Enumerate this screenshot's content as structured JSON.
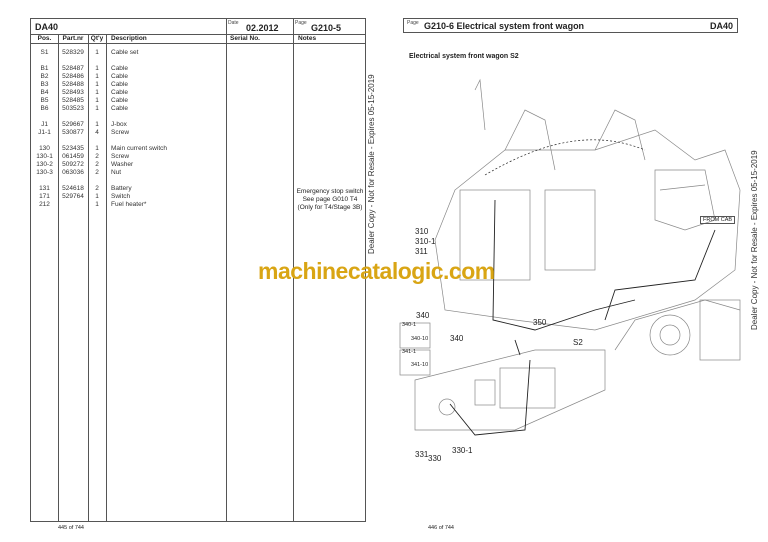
{
  "left_page": {
    "model": "DA40",
    "date_label": "Date",
    "date": "02.2012",
    "page_label": "Page",
    "page": "G210-5",
    "columns": [
      "Pos.",
      "Part.nr",
      "Qt'y",
      "Description",
      "Serial No.",
      "Notes"
    ],
    "rows": [
      {
        "pos": "S1",
        "part": "528329",
        "qty": "1",
        "desc": "Cable set"
      },
      {
        "pos": "B1",
        "part": "528487",
        "qty": "1",
        "desc": "Cable"
      },
      {
        "pos": "B2",
        "part": "528486",
        "qty": "1",
        "desc": "Cable"
      },
      {
        "pos": "B3",
        "part": "528488",
        "qty": "1",
        "desc": "Cable"
      },
      {
        "pos": "B4",
        "part": "528493",
        "qty": "1",
        "desc": "Cable"
      },
      {
        "pos": "B5",
        "part": "528485",
        "qty": "1",
        "desc": "Cable"
      },
      {
        "pos": "B6",
        "part": "503523",
        "qty": "1",
        "desc": "Cable"
      },
      {
        "pos": "J1",
        "part": "529667",
        "qty": "1",
        "desc": "J-box"
      },
      {
        "pos": "J1-1",
        "part": "530877",
        "qty": "4",
        "desc": "Screw"
      },
      {
        "pos": "130",
        "part": "523435",
        "qty": "1",
        "desc": "Main current switch"
      },
      {
        "pos": "130-1",
        "part": "061459",
        "qty": "2",
        "desc": "Screw"
      },
      {
        "pos": "130-2",
        "part": "509272",
        "qty": "2",
        "desc": "Washer"
      },
      {
        "pos": "130-3",
        "part": "063036",
        "qty": "2",
        "desc": "Nut"
      },
      {
        "pos": "131",
        "part": "524618",
        "qty": "2",
        "desc": "Battery"
      },
      {
        "pos": "171",
        "part": "529764",
        "qty": "1",
        "desc": "Switch"
      },
      {
        "pos": "212",
        "part": "",
        "qty": "1",
        "desc": "Fuel heater*"
      }
    ],
    "notes": [
      "Emergency stop switch",
      "See page G010 T4",
      "(Only for T4/Stage 3B)"
    ],
    "footer": "445 of 744"
  },
  "right_page": {
    "page_label": "Page",
    "title": "G210-6  Electrical system front wagon",
    "model": "DA40",
    "subtitle": "Electrical system front wagon S2",
    "callouts": [
      "310",
      "310-1",
      "311",
      "340",
      "340",
      "350",
      "S2",
      "FROM CAB",
      "340-1",
      "340-10",
      "341-1",
      "341-10",
      "331",
      "330",
      "330-1"
    ],
    "footer": "446 of 744"
  },
  "watermark": "Dealer Copy - Not for Resale - Expires 05-15-2019",
  "site_watermark": "machinecatalogic.com",
  "colors": {
    "site_watermark": "#d9a514"
  }
}
